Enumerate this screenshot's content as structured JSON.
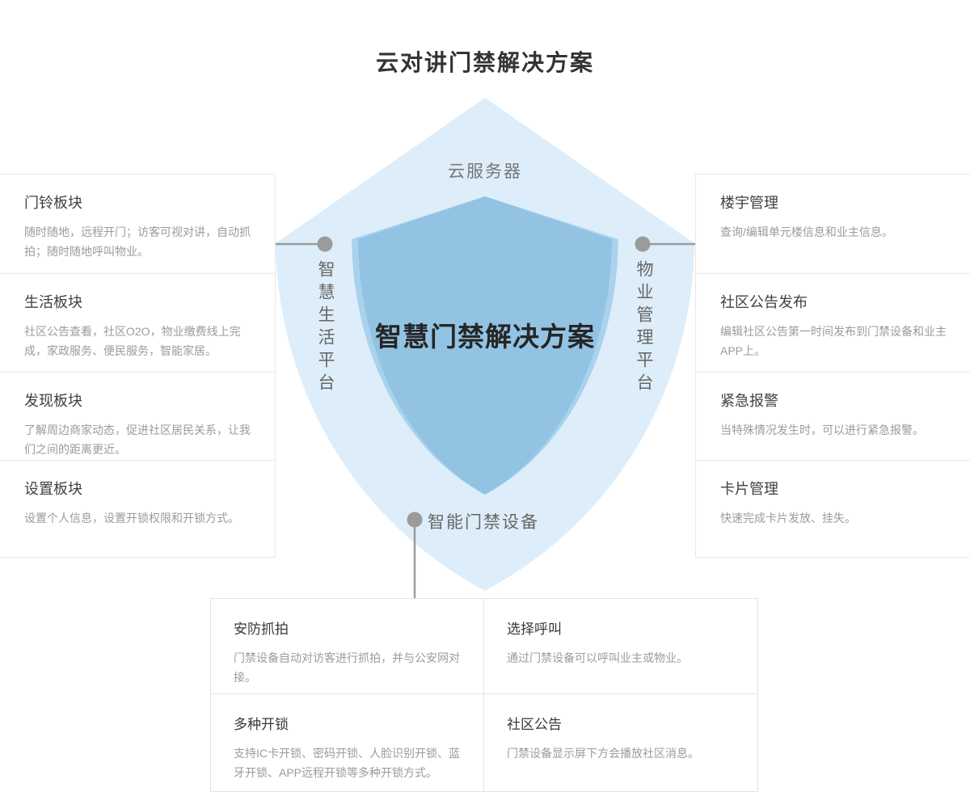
{
  "title": "云对讲门禁解决方案",
  "diagram": {
    "top_label": "云服务器",
    "center_label": "智慧门禁解决方案",
    "left_platform": "智慧生活平台",
    "right_platform": "物业管理平台",
    "bottom_label": "智能门禁设备",
    "colors": {
      "outer_shield": "#ddeefa",
      "inner_shield": "#92c3e3",
      "inner_shield_edge": "#aad2ec",
      "connector": "#9b9b9b",
      "title_text": "#333333",
      "heading_text": "#404040",
      "body_text": "#9b9b9b"
    }
  },
  "left_panels": [
    {
      "title": "门铃板块",
      "desc": "随时随地，远程开门；访客可视对讲，自动抓拍；随时随地呼叫物业。"
    },
    {
      "title": "生活板块",
      "desc": "社区公告查看，社区O2O，物业缴费线上完成，家政服务、便民服务，智能家居。"
    },
    {
      "title": "发现板块",
      "desc": "了解周边商家动态，促进社区居民关系，让我们之间的距离更近。"
    },
    {
      "title": "设置板块",
      "desc": "设置个人信息，设置开锁权限和开锁方式。"
    }
  ],
  "right_panels": [
    {
      "title": "楼宇管理",
      "desc": "查询/编辑单元楼信息和业主信息。"
    },
    {
      "title": "社区公告发布",
      "desc": "编辑社区公告第一时间发布到门禁设备和业主APP上。"
    },
    {
      "title": "紧急报警",
      "desc": "当特殊情况发生时，可以进行紧急报警。"
    },
    {
      "title": "卡片管理",
      "desc": "快速完成卡片发放、挂失。"
    }
  ],
  "bottom_panels": [
    {
      "title": "安防抓拍",
      "desc": "门禁设备自动对访客进行抓拍，并与公安网对接。"
    },
    {
      "title": "选择呼叫",
      "desc": "通过门禁设备可以呼叫业主或物业。"
    },
    {
      "title": "多种开锁",
      "desc": "支持IC卡开锁、密码开锁、人脸识别开锁、蓝牙开锁、APP远程开锁等多种开锁方式。"
    },
    {
      "title": "社区公告",
      "desc": "门禁设备显示屏下方会播放社区消息。"
    }
  ]
}
